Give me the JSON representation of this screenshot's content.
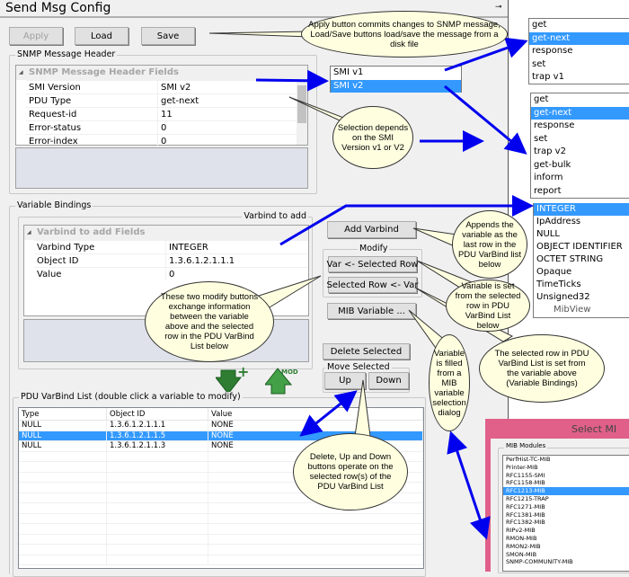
{
  "window": {
    "title": "Send Msg Config",
    "pin_icon": "pin-icon"
  },
  "toolbar": {
    "apply": "Apply",
    "load": "Load",
    "save": "Save"
  },
  "header_group": {
    "label": "SNMP Message Header",
    "category": "SNMP Message Header Fields",
    "rows": [
      {
        "name": "SMI Version",
        "value": "SMI v2"
      },
      {
        "name": "PDU Type",
        "value": "get-next"
      },
      {
        "name": "Request-id",
        "value": "11"
      },
      {
        "name": "Error-status",
        "value": "0"
      },
      {
        "name": "Error-index",
        "value": "0"
      }
    ]
  },
  "smi_dropdown": {
    "options": [
      "SMI v1",
      "SMI v2"
    ],
    "selected": "SMI v2"
  },
  "pdu_list_v1": {
    "options": [
      "get",
      "get-next",
      "response",
      "set",
      "trap v1"
    ],
    "selected": "get-next"
  },
  "pdu_list_v2": {
    "options": [
      "get",
      "get-next",
      "response",
      "set",
      "trap v2",
      "get-bulk",
      "inform",
      "report"
    ],
    "selected": "get-next"
  },
  "type_list": {
    "options": [
      "INTEGER",
      "IpAddress",
      "NULL",
      "OBJECT IDENTIFIER",
      "OCTET STRING",
      "Opaque",
      "TimeTicks",
      "Unsigned32"
    ],
    "selected": "INTEGER",
    "partial_text": "MibView"
  },
  "varbindings": {
    "label": "Variable Bindings",
    "to_add_label": "Varbind to add",
    "category": "Varbind to add Fields",
    "rows": [
      {
        "name": "Varbind Type",
        "value": "INTEGER"
      },
      {
        "name": "Object ID",
        "value": "1.3.6.1.2.1.1.1"
      },
      {
        "name": "Value",
        "value": "0"
      }
    ],
    "add_varbind": "Add Varbind",
    "modify_label": "Modify",
    "var_from_row": "Var <- Selected Row",
    "row_from_var": "Selected Row <- Var",
    "mib_variable": "MIB Variable ...",
    "delete_selected": "Delete Selected",
    "move_label": "Move Selected",
    "up": "Up",
    "down": "Down",
    "mod_badge": "MOD",
    "plus_badge": "+"
  },
  "pdu_varbind_list": {
    "label": "PDU VarBind List    (double click a variable to modify)",
    "columns": [
      "Type",
      "Object ID",
      "Value"
    ],
    "rows": [
      {
        "type": "NULL",
        "oid": "1.3.6.1.2.1.1.1",
        "value": "NONE"
      },
      {
        "type": "NULL",
        "oid": "1.3.6.1.2.1.1.5",
        "value": "NONE",
        "selected": true
      },
      {
        "type": "NULL",
        "oid": "1.3.6.1.2.1.1.3",
        "value": "NONE"
      }
    ]
  },
  "mib_dialog": {
    "title": "Select MI",
    "group_label": "MIB Modules",
    "modules": [
      "PerfHist-TC-MIB",
      "Printer-MIB",
      "RFC1155-SMI",
      "RFC1158-MIB",
      "RFC1213-MIB",
      "RFC1215-TRAP",
      "RFC1271-MIB",
      "RFC1381-MIB",
      "RFC1382-MIB",
      "RIPv2-MIB",
      "RMON-MIB",
      "RMON2-MIB",
      "SMON-MIB",
      "SNMP-COMMUNITY-MIB"
    ],
    "selected": "RFC1213-MIB",
    "title_color": "#e0608a"
  },
  "callouts": {
    "apply": "Apply button commits changes to SNMP message, Load/Save buttons load/save the message from a disk file",
    "selection": "Selection depends on the SMI Version v1 or V2",
    "appends": "Appends the variable as the last row in the PDU VarBind list below",
    "modify": "These two modify buttons exchange information between the variable above and the selected row in the PDU VarBind List below",
    "var_set": "Variable is set from the selected row in PDU VarBind List below",
    "row_set": "The selected row in PDU VarBind List is set from the variable above (Variable Bindings)",
    "mib_filled": "Variable is filled from a MIB variable selection dialog",
    "delete_up_down": "Delete, Up and Down buttons operate on the selected row(s) of the PDU VarBind List"
  },
  "colors": {
    "selection": "#3399ff",
    "arrow": "#0000ee",
    "callout": "#ffffe0",
    "green_arrow": "#2e7d32"
  }
}
